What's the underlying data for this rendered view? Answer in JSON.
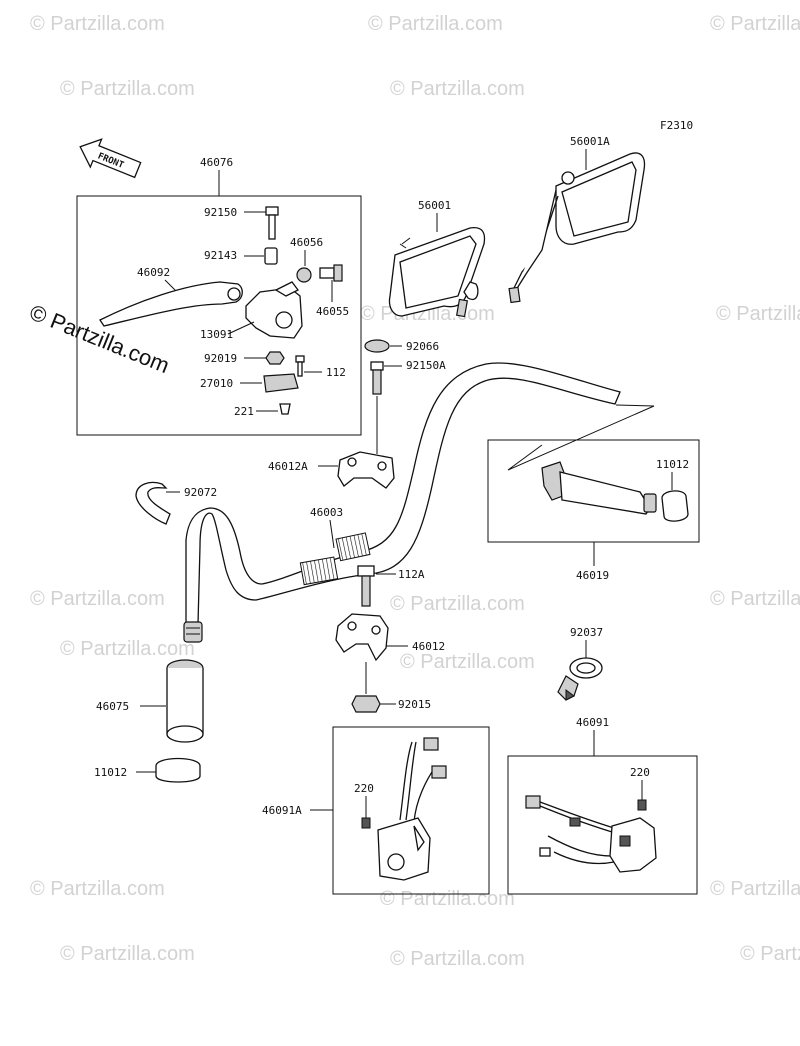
{
  "figure_code": "F2310",
  "front_arrow_text": "FRONT",
  "watermark": {
    "text": "© Partzilla.com",
    "side_text": "© Partzilla.com"
  },
  "colors": {
    "line": "#111111",
    "watermark": "#d2d2d2",
    "background": "#ffffff"
  },
  "labels": {
    "p46076": "46076",
    "p92150": "92150",
    "p92143": "92143",
    "p46056": "46056",
    "p46092": "46092",
    "p46055": "46055",
    "p13091": "13091",
    "p92019": "92019",
    "p112": "112",
    "p27010": "27010",
    "p221": "221",
    "p56001": "56001",
    "p56001A": "56001A",
    "p92066": "92066",
    "p92150A": "92150A",
    "p46012A": "46012A",
    "p92072": "92072",
    "p46003": "46003",
    "p11012_right": "11012",
    "p46019": "46019",
    "p112A": "112A",
    "p46012": "46012",
    "p92037": "92037",
    "p92015": "92015",
    "p46075": "46075",
    "p11012_left": "11012",
    "p46091": "46091",
    "p220_left": "220",
    "p220_right": "220",
    "p46091A": "46091A"
  }
}
